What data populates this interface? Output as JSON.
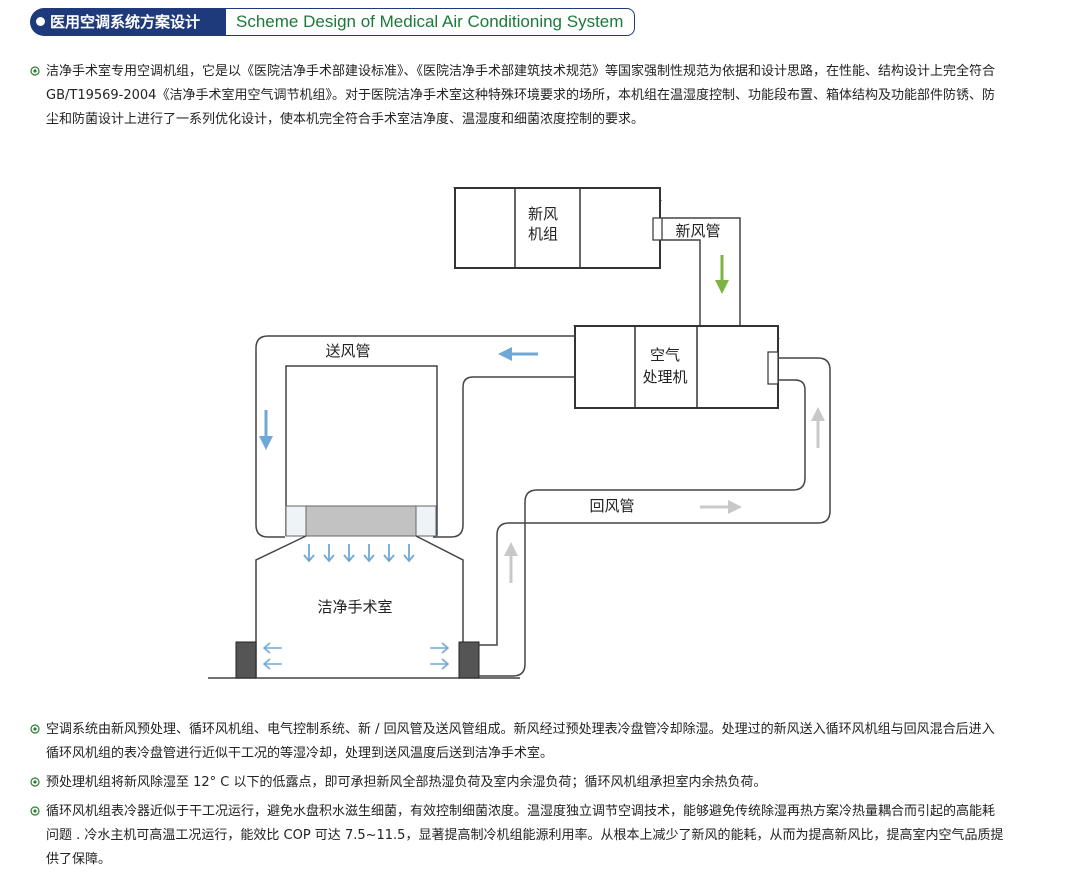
{
  "header": {
    "title_cn": "医用空调系统方案设计",
    "title_en": "Scheme Design of Medical Air Conditioning System"
  },
  "paragraphs": [
    "洁净手术室专用空调机组，它是以《医院洁净手术部建设标准》、《医院洁净手术部建筑技术规范》等国家强制性规范为依据和设计思路，在性能、结构设计上完全符合 GB/T19569-2004《洁净手术室用空气调节机组》。对于医院洁净手术室这种特殊环境要求的场所，本机组在温湿度控制、功能段布置、箱体结构及功能部件防锈、防尘和防菌设计上进行了一系列优化设计，使本机完全符合手术室洁净度、温湿度和细菌浓度控制的要求。",
    "空调系统由新风预处理、循环风机组、电气控制系统、新 / 回风管及送风管组成。新风经过预处理表冷盘管冷却除湿。处理过的新风送入循环风机组与回风混合后进入循环风机组的表冷盘管进行近似干工况的等湿冷却，处理到送风温度后送到洁净手术室。",
    "预处理机组将新风除湿至 12° C 以下的低露点，即可承担新风全部热湿负荷及室内余湿负荷；循环风机组承担室内余热负荷。",
    "循环风机组表冷器近似于干工况运行，避免水盘积水滋生细菌，有效控制细菌浓度。温湿度独立调节空调技术，能够避免传统除湿再热方案冷热量耦合而引起的高能耗问题 . 冷水主机可高温工况运行，能效比 COP 可达 7.5~11.5，显著提高制冷机组能源利用率。从根本上减少了新风的能耗，从而为提高新风比，提高室内空气品质提供了保障。"
  ],
  "diagram": {
    "fresh_unit_line1": "新风",
    "fresh_unit_line2": "机组",
    "fresh_duct": "新风管",
    "ahu_line1": "空气",
    "ahu_line2": "处理机",
    "supply_duct": "送风管",
    "return_duct": "回风管",
    "room": "洁净手术室"
  },
  "colors": {
    "header_blue": "#1f3a7a",
    "header_green": "#1a7a3a",
    "bullet_green": "#2e7d32",
    "arrow_blue": "#6fa8d6",
    "arrow_green": "#7cb342",
    "arrow_gray": "#c8c8c8"
  }
}
